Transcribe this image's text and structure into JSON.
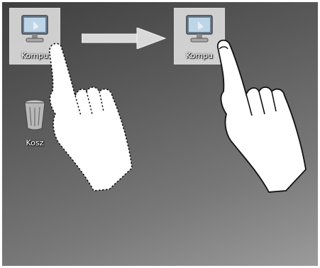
{
  "desktop": {
    "icons": [
      {
        "label": "Kompu",
        "icon": "computer-icon"
      },
      {
        "label": "Kosz",
        "icon": "recycle-bin-icon"
      },
      {
        "label": "Kompu",
        "icon": "computer-icon"
      }
    ]
  },
  "gesture": {
    "arrow_icon": "right-arrow-icon",
    "start_hand": "dotted-hand-outline",
    "end_hand": "solid-hand-outline"
  },
  "colors": {
    "background_dark": "#3f3f3f",
    "background_light": "#9b9b9b",
    "selection": "#e6e6e6",
    "arrow": "#d9d9d9"
  }
}
